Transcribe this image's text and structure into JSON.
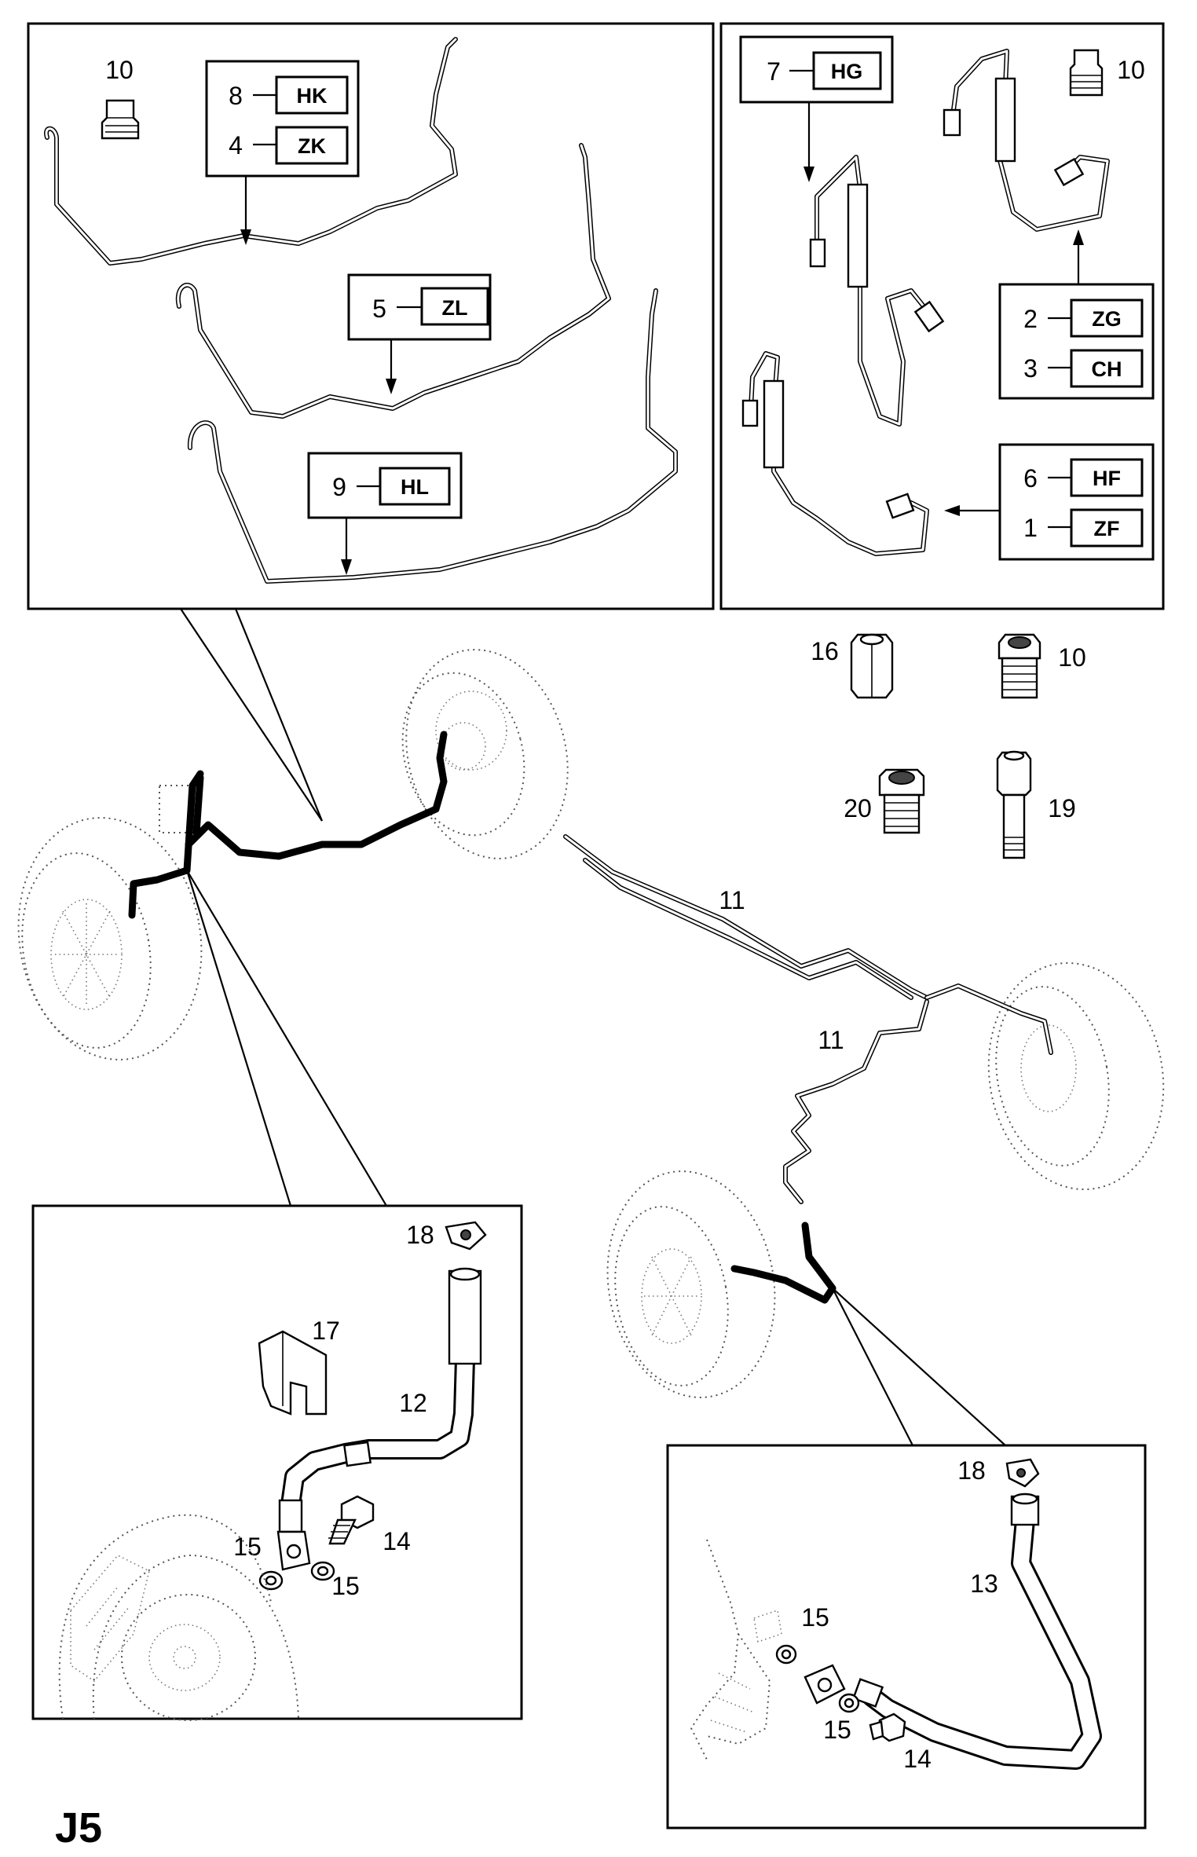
{
  "page_label": "J5",
  "code_boxes": {
    "tl": [
      {
        "num": "8",
        "code": "HK"
      },
      {
        "num": "4",
        "code": "ZK"
      },
      {
        "num": "5",
        "code": "ZL"
      },
      {
        "num": "9",
        "code": "HL"
      }
    ],
    "tr": [
      {
        "num": "7",
        "code": "HG"
      },
      {
        "num": "2",
        "code": "ZG"
      },
      {
        "num": "3",
        "code": "CH"
      },
      {
        "num": "6",
        "code": "HF"
      },
      {
        "num": "1",
        "code": "ZF"
      }
    ]
  },
  "callouts": {
    "tl_nut": "10",
    "tr_nut": "10",
    "p16": "16",
    "p10": "10",
    "p20": "20",
    "p19": "19",
    "line11a": "11",
    "line11b": "11",
    "bl": {
      "n18": "18",
      "n17": "17",
      "n12": "12",
      "n15a": "15",
      "n14": "14",
      "n15b": "15"
    },
    "br": {
      "n18": "18",
      "n13": "13",
      "n15a": "15",
      "n15b": "15",
      "n14": "14"
    }
  }
}
